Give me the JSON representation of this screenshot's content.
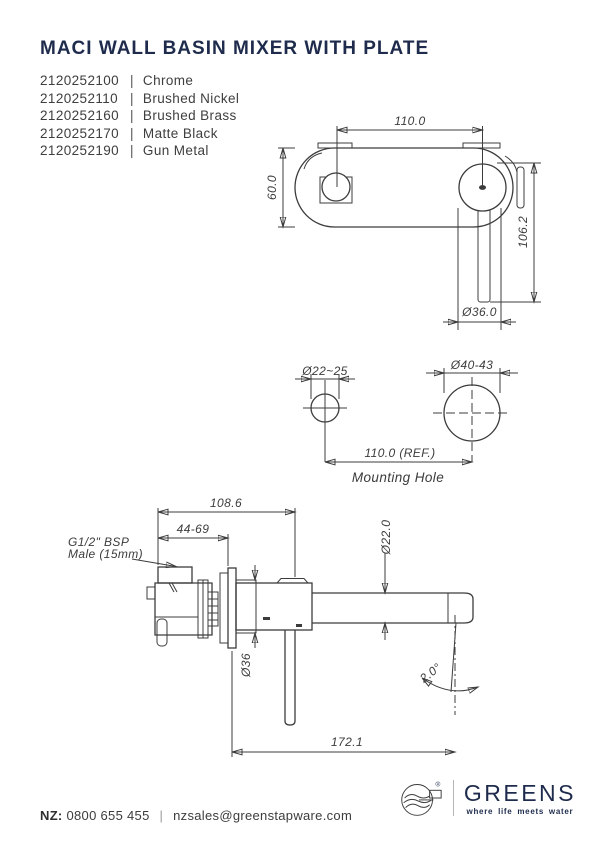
{
  "page": {
    "title": "MACI WALL BASIN MIXER WITH PLATE"
  },
  "products_separator": "|",
  "products": [
    {
      "code": "2120252100",
      "finish": "Chrome"
    },
    {
      "code": "2120252110",
      "finish": "Brushed Nickel"
    },
    {
      "code": "2120252160",
      "finish": "Brushed Brass"
    },
    {
      "code": "2120252170",
      "finish": "Matte Black"
    },
    {
      "code": "2120252190",
      "finish": "Gun Metal"
    }
  ],
  "front_view": {
    "dim_hole_centres": "110.0",
    "dim_plate_height": "60.0",
    "dim_handle_length": "106.2",
    "dim_handle_dia": "Ø36.0"
  },
  "mounting_hole": {
    "dim_small_hole": "Ø22~25",
    "dim_large_hole": "Ø40-43",
    "dim_centres": "110.0 (REF.)",
    "caption": "Mounting Hole"
  },
  "side_view": {
    "dim_projection": "108.6",
    "dim_wall_range": "44-69",
    "inlet_label_line1": "G1/2\" BSP",
    "inlet_label_line2": "Male (15mm)",
    "dim_spout_dia": "Ø22.0",
    "dim_body_dia": "Ø36",
    "dim_total_reach": "172.1",
    "dim_spout_angle": "2.0°"
  },
  "footer": {
    "phone_label": "NZ:",
    "phone": "0800 655 455",
    "separator": "|",
    "email": "nzsales@greenstapware.com",
    "brand": "GREENS",
    "registered": "®",
    "tagline": "where life meets water"
  },
  "colors": {
    "navy": "#1e2b4c",
    "line": "#3c3c3c"
  }
}
